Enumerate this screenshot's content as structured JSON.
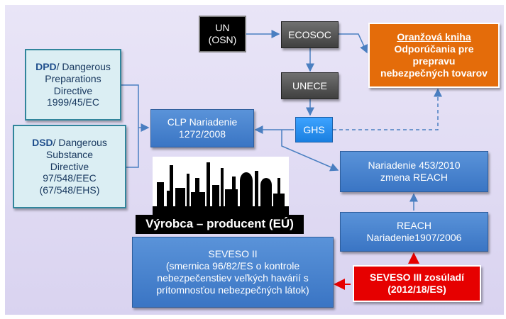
{
  "nodes": {
    "un": {
      "line1": "UN",
      "line2": "(OSN)"
    },
    "ecosoc": {
      "label": "ECOSOC"
    },
    "orange_book": {
      "title": "Oranžová kniha",
      "line2": "Odporúčania pre",
      "line3": "prepravu",
      "line4": "nebezpečných tovarov"
    },
    "unece": {
      "label": "UNECE"
    },
    "ghs": {
      "label": "GHS"
    },
    "dpd": {
      "abbr": "DPD",
      "line1": "/ Dangerous",
      "line2": "Preparations",
      "line3": "Directive",
      "line4": "1999/45/EC"
    },
    "dsd": {
      "abbr": "DSD",
      "line1": "/ Dangerous",
      "line2": "Substance",
      "line3": "Directive",
      "line4": "97/548/EEC",
      "line5": "(67/548/EHS)"
    },
    "clp": {
      "line1": "CLP Nariadenie",
      "line2": "1272/2008"
    },
    "reg453": {
      "line1": "Nariadenie 453/2010",
      "line2": "zmena REACH"
    },
    "reach": {
      "line1": "REACH",
      "line2": "Nariadenie1907/2006"
    },
    "producer": {
      "label": "Výrobca – producent (EÚ)"
    },
    "seveso2": {
      "line1": "SEVESO II",
      "line2": "(smernica 96/82/ES o kontrole",
      "line3": "nebezpečenstiev veľkých havárií s",
      "line4": "prítomnosťou nebezpečných látok)"
    },
    "seveso3": {
      "line1": "SEVESO III zosúladí",
      "line2": "(2012/18/ES)"
    }
  },
  "colors": {
    "blue_box": "#3a75c4",
    "light_box": "#dbeef3",
    "orange_box": "#e46c0a",
    "red_box": "#e60000",
    "arrow": "#4a7fc1",
    "red_arrow": "#e60000",
    "background": "#dcd6f2"
  }
}
